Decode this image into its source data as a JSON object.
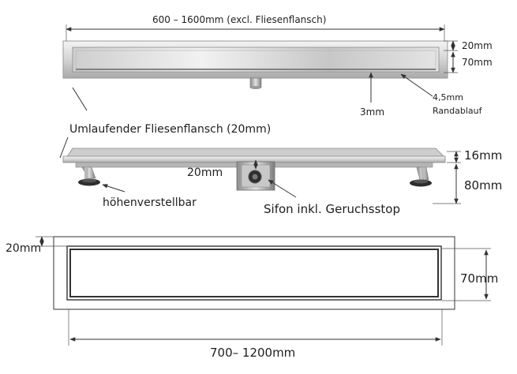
{
  "view1": {
    "width_label": "600 – 1600mm (excl. Fliesenflansch)",
    "height_top_label": "20mm",
    "height_total_label": "70mm",
    "slot_label": "3mm",
    "edge_label_line1": "4,5mm",
    "edge_label_line2": "Randablauf"
  },
  "view2": {
    "flange_label": "Umlaufender Fliesenflansch (20mm)",
    "flange_height_label": "16mm",
    "outlet_label": "20mm",
    "feet_height_label": "80mm",
    "feet_label": "höhenverstellbar",
    "siphon_label": "Sifon inkl. Geruchsstop"
  },
  "view3": {
    "flange_width_label": "20mm",
    "height_label": "70mm",
    "length_label": "700– 1200mm"
  },
  "colors": {
    "steel_light": "#e6e6e6",
    "steel_mid": "#bdbdbd",
    "steel_dark": "#7a7a7a",
    "line": "#333333"
  }
}
